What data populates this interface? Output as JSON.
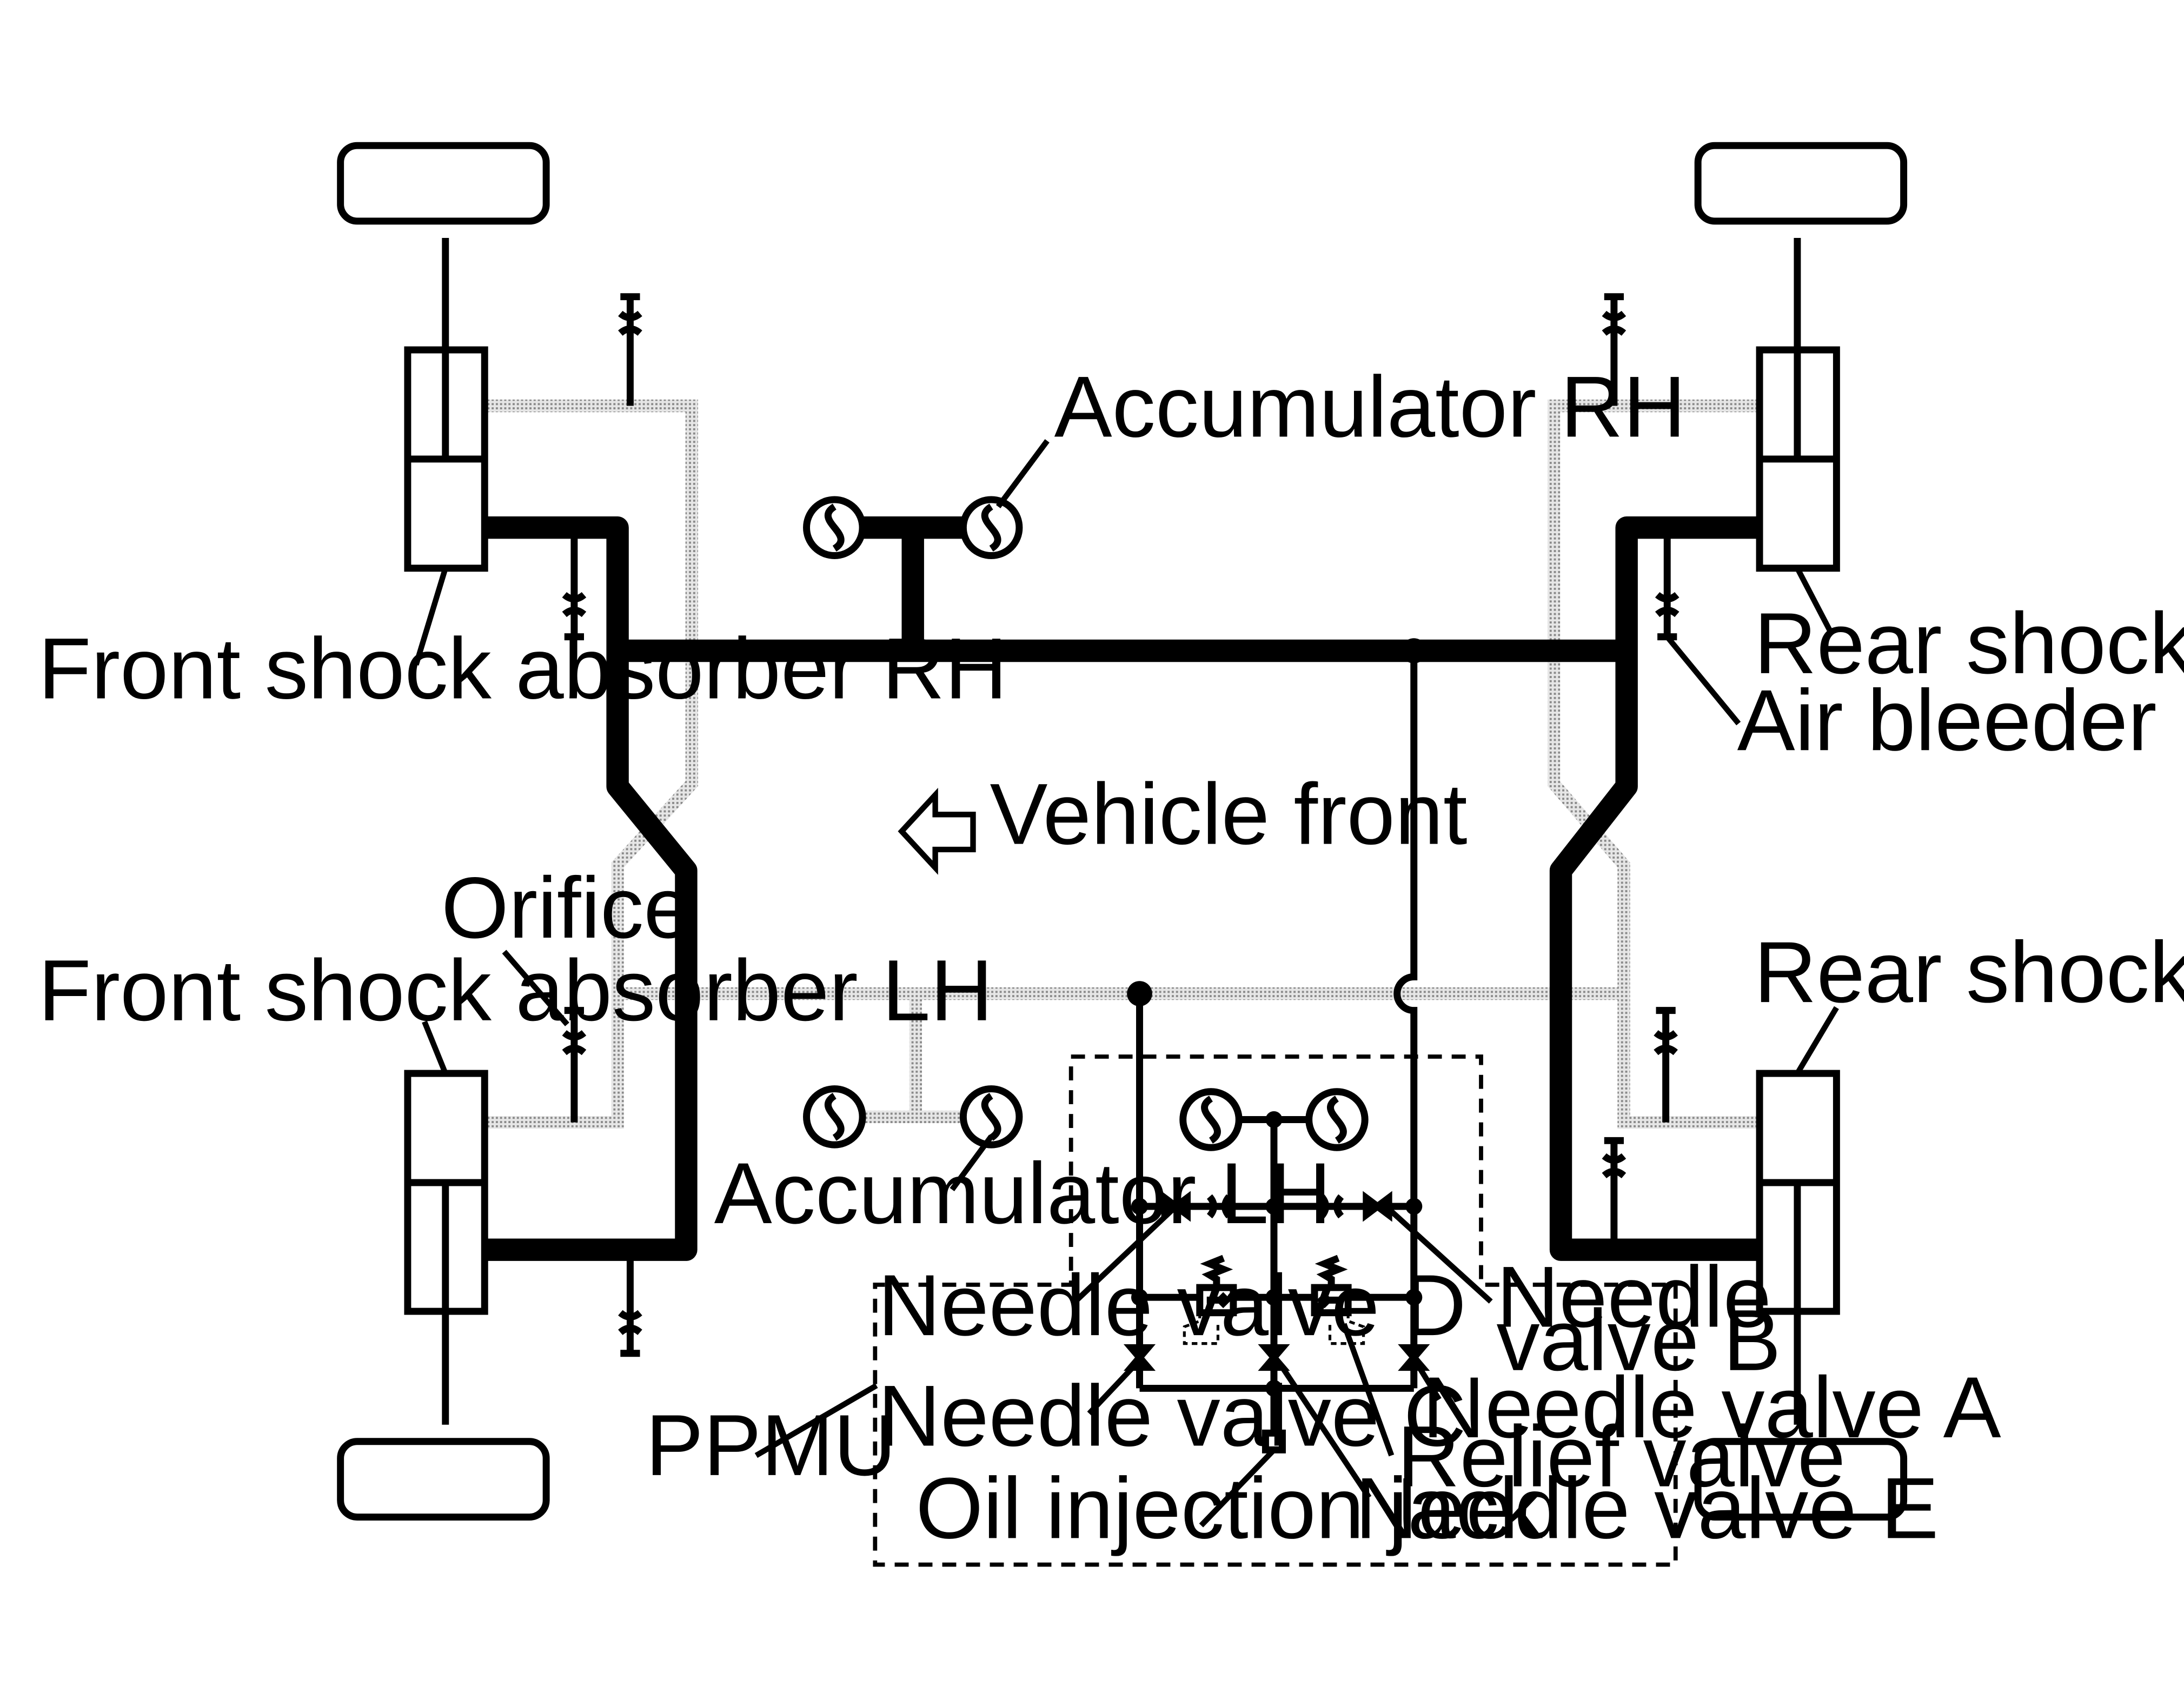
{
  "labels": {
    "front_shock_rh": "Front shock absorber RH",
    "front_shock_lh": "Front shock absorber LH",
    "rear_shock_rh": "Rear shock absorber RH",
    "rear_shock_lh": "Rear shock absorber LH",
    "accumulator_rh": "Accumulator RH",
    "accumulator_lh": "Accumulator LH",
    "air_bleeder": "Air bleeder",
    "orifice": "Orifice",
    "vehicle_front": "Vehicle front",
    "ppmu": "PPMU",
    "needle_valve_a": "Needle valve A",
    "needle_valve_b_line1": "Needle",
    "needle_valve_b_line2": "valve B",
    "needle_valve_c": "Needle valve C",
    "needle_valve_d": "Needle valve D",
    "needle_valve_e": "Needle valve E",
    "relief_valve": "Relief valve",
    "oil_injection_jack": "Oil injection jack"
  },
  "colors": {
    "line": "#000000",
    "dotted_line_dark": "#8a8a8a",
    "dotted_line_light": "#e6e6e6",
    "background": "#ffffff"
  },
  "icons": [
    "wheel",
    "shock-absorber",
    "accumulator",
    "orifice",
    "needle-valve",
    "relief-valve",
    "oil-injection-jack",
    "direction-arrow"
  ]
}
